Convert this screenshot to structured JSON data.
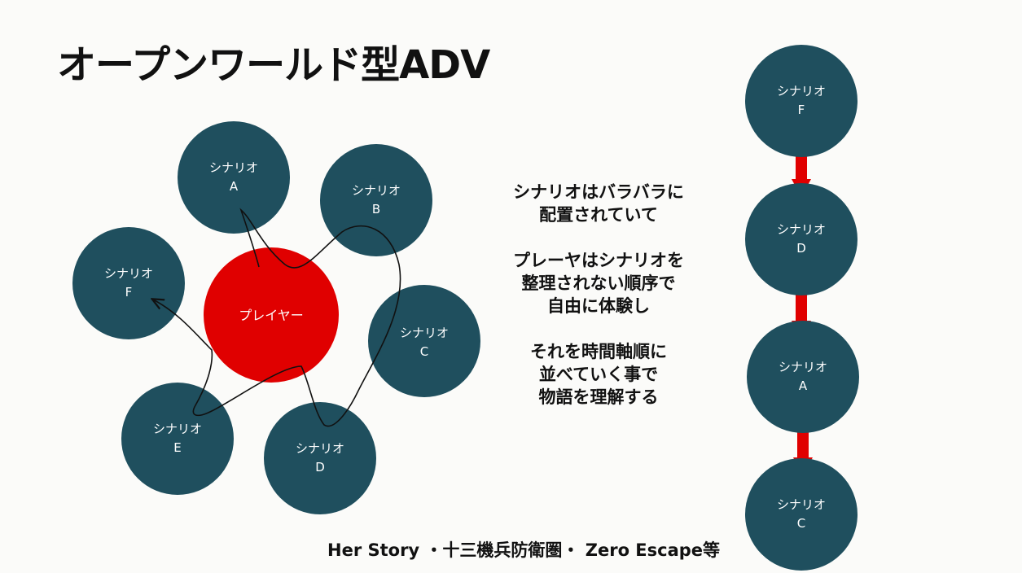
{
  "title": "オープンワールド型ADV",
  "center": {
    "label": "プレイヤー",
    "color": "#e00000"
  },
  "node_color": "#1f4f5e",
  "arrow_color": "#e00000",
  "scenario_nodes": [
    {
      "line1": "シナリオ",
      "line2": "A"
    },
    {
      "line1": "シナリオ",
      "line2": "B"
    },
    {
      "line1": "シナリオ",
      "line2": "C"
    },
    {
      "line1": "シナリオ",
      "line2": "D"
    },
    {
      "line1": "シナリオ",
      "line2": "E"
    },
    {
      "line1": "シナリオ",
      "line2": "F"
    }
  ],
  "timeline_nodes": [
    {
      "line1": "シナリオ",
      "line2": "F"
    },
    {
      "line1": "シナリオ",
      "line2": "D"
    },
    {
      "line1": "シナリオ",
      "line2": "A"
    },
    {
      "line1": "シナリオ",
      "line2": "C"
    }
  ],
  "explanation": [
    [
      "シナリオはバラバラに",
      "配置されていて"
    ],
    [
      "プレーヤはシナリオを",
      "整理されない順序で",
      "自由に体験し"
    ],
    [
      "それを時間軸順に",
      "並べていく事で",
      "物語を理解する"
    ]
  ],
  "footer": "Her Story ・十三機兵防衛圏・ Zero Escape等"
}
